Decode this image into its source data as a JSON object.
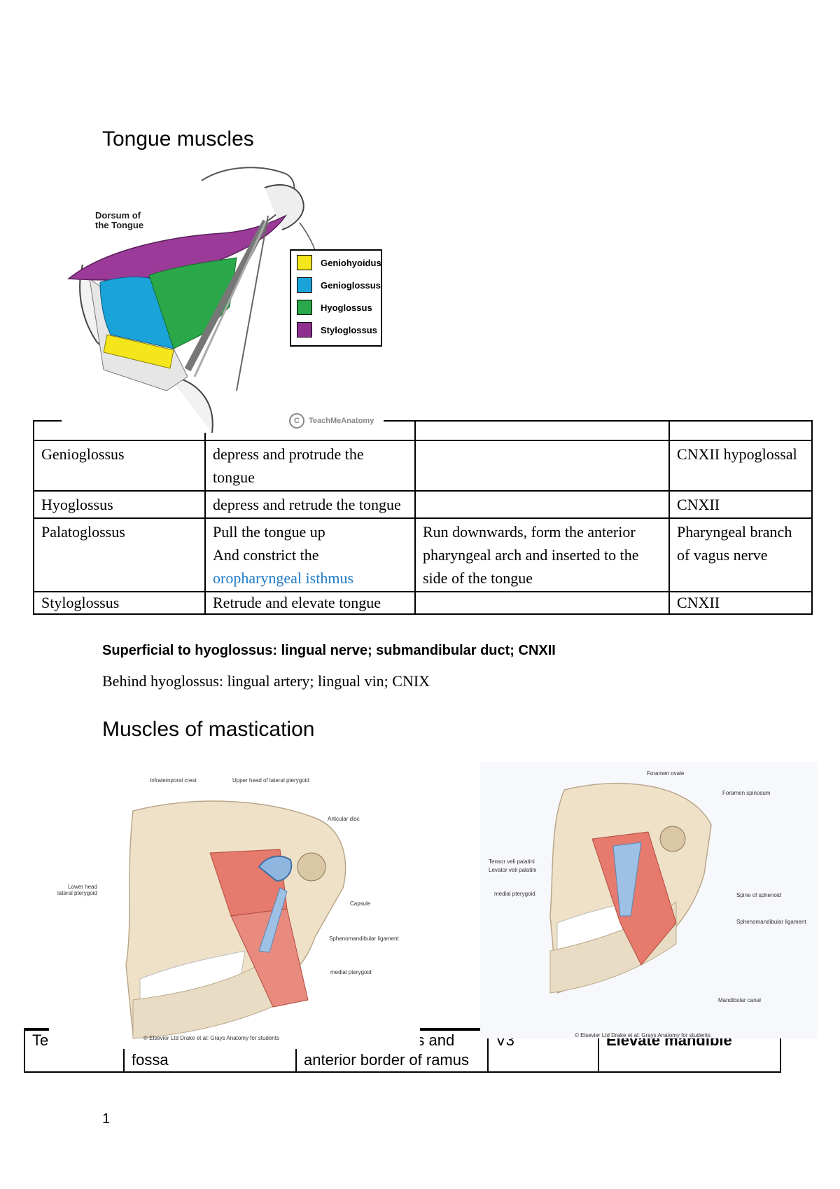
{
  "section1": {
    "title": "Tongue muscles",
    "figure": {
      "dorsum_label": "Dorsum of\nthe Tongue",
      "legend": [
        {
          "label": "Geniohyoidus",
          "color": "#f5e61c"
        },
        {
          "label": "Genioglossus",
          "color": "#1aa3d9"
        },
        {
          "label": "Hyoglossus",
          "color": "#2aa84a"
        },
        {
          "label": "Styloglossus",
          "color": "#8f2f8f"
        }
      ],
      "watermark": "TeachMeAnatomy"
    },
    "table": {
      "rows": [
        {
          "muscle": "Genioglossus",
          "action": "depress and protrude the tongue",
          "course": "",
          "nerve": "CNXII hypoglossal"
        },
        {
          "muscle": "Hyoglossus",
          "action": "depress and retrude the tongue",
          "course": "",
          "nerve": "CNXII"
        },
        {
          "muscle": "Palatoglossus",
          "action_1": "Pull the tongue up",
          "action_2": "And constrict the",
          "action_link": "oropharyngeal isthmus",
          "course": "Run downwards, form the anterior pharyngeal arch and inserted to the side of the tongue",
          "nerve": "Pharyngeal branch of vagus nerve"
        },
        {
          "muscle": "Styloglossus",
          "action": "Retrude and elevate tongue",
          "course": "",
          "nerve": "CNXII"
        }
      ]
    },
    "note_superficial": "Superficial to hyoglossus: lingual nerve; submandibular duct; CNXII",
    "note_behind": "Behind hyoglossus: lingual artery; lingual vin; CNIX"
  },
  "section2": {
    "title": "Muscles of mastication",
    "figure_left": {
      "labels": [
        "Infratemporal crest",
        "Upper head of lateral pterygoid",
        "Articular disc",
        "Lower head\nlateral pterygoid",
        "Capsule",
        "Sphenomandibular ligament",
        "medial pterygoid"
      ],
      "credit": "© Elsevier Ltd Drake et al: Grays Anatomy for students"
    },
    "figure_right": {
      "labels": [
        "Foramen ovale",
        "Foramen spinosum",
        "Tensor veli palatini",
        "Levator veli palatini",
        "medial pterygoid",
        "Spine of sphenoid",
        "Sphenomandibular ligament",
        "Mandibular canal"
      ],
      "credit": "© Elsevier Ltd Drake et al: Grays Anatomy for students"
    },
    "table": {
      "row": {
        "muscle": "Temporalis",
        "origin": "Floor of temporal fossa",
        "insertion": "Coronoid process and anterior border of ramus",
        "nerve": "V3",
        "action": "Elevate mandible"
      }
    }
  },
  "page_number": "1"
}
